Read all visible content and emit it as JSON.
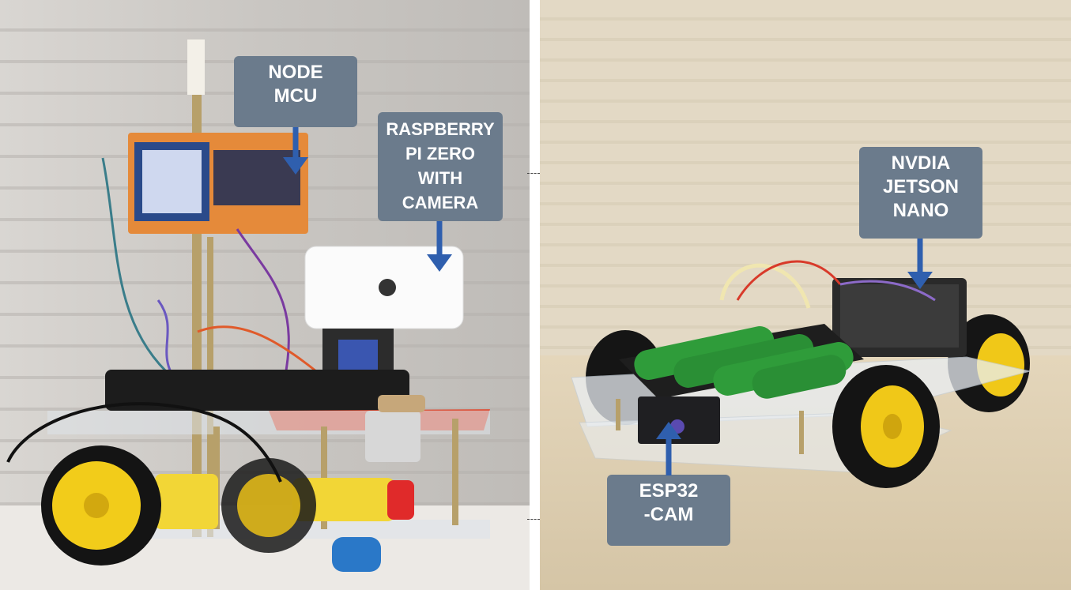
{
  "labels": {
    "node_mcu": [
      "NODE",
      "MCU"
    ],
    "raspberry_pi": [
      "RASPBERRY",
      "PI ZERO",
      "WITH",
      "CAMERA"
    ],
    "jetson_nano": [
      "NVDIA",
      "JETSON",
      "NANO"
    ],
    "esp32_cam": [
      "ESP32",
      "-CAM"
    ]
  },
  "colors": {
    "label_bg": "#6b7b8c",
    "label_text": "#ffffff",
    "arrow": "#2f5fae"
  }
}
